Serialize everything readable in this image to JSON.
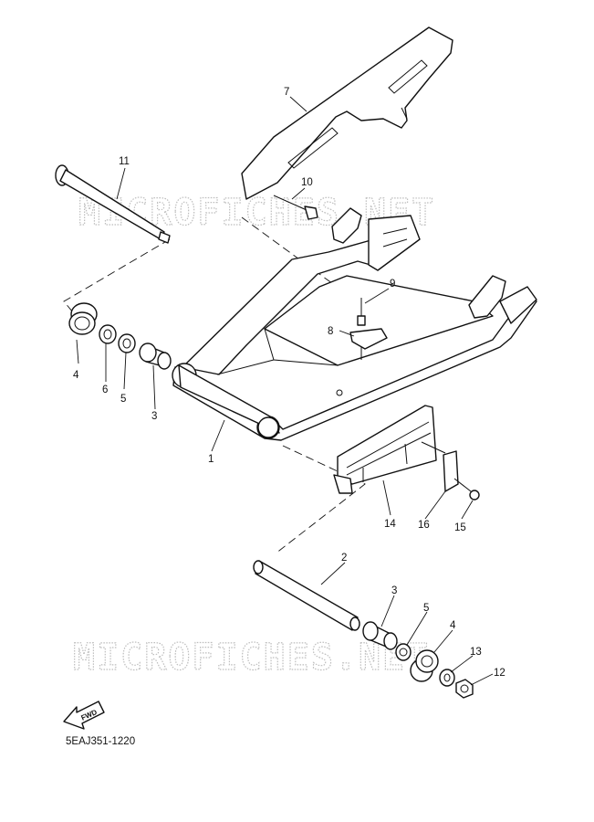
{
  "watermark": "MICROFICHES.NET",
  "diagram_code": "5EAJ351-1220",
  "fwd_label": "FWD",
  "callouts": {
    "c1": "1",
    "c2": "2",
    "c3a": "3",
    "c3b": "3",
    "c4a": "4",
    "c4b": "4",
    "c5a": "5",
    "c5b": "5",
    "c6": "6",
    "c7": "7",
    "c8": "8",
    "c9": "9",
    "c10": "10",
    "c11": "11",
    "c12": "12",
    "c13": "13",
    "c14": "14",
    "c15": "15",
    "c16": "16"
  }
}
